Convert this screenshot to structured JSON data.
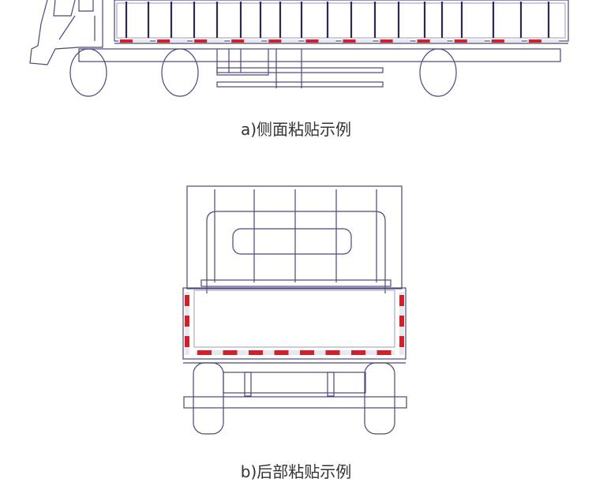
{
  "figure": {
    "side_view": {
      "caption": "a)侧面粘贴示例",
      "side_strip_count": 12
    },
    "rear_view": {
      "caption": "b)后部粘贴示例",
      "rear_strip_count": 8
    },
    "colors": {
      "reflective_red": "#d0202a",
      "reflective_white": "#e8e8ee",
      "line": "#4a4a78"
    }
  }
}
